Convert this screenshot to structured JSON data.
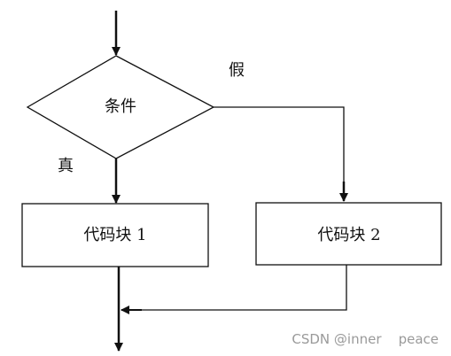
{
  "diagram": {
    "decision": {
      "label": "条件"
    },
    "branches": {
      "true_label": "真",
      "false_label": "假"
    },
    "blocks": [
      {
        "label": "代码块 1"
      },
      {
        "label": "代码块 2"
      }
    ]
  },
  "watermark": {
    "text": "CSDN @inner    peace"
  },
  "colors": {
    "stroke": "#111111",
    "watermark": "#9a9a9a"
  }
}
